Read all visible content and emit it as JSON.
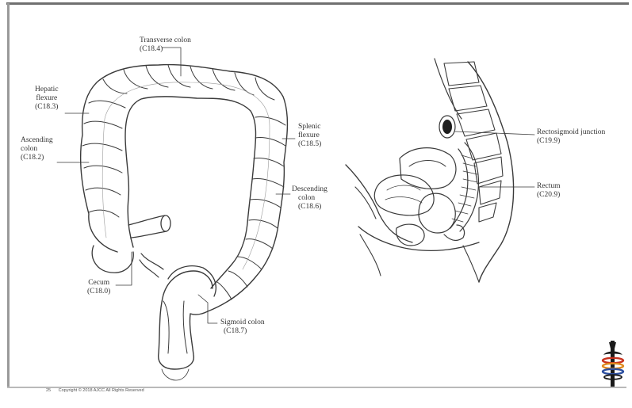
{
  "colon_labels": {
    "transverse": {
      "name": "Transverse colon",
      "code": "(C18.4)"
    },
    "hepatic": {
      "name": "Hepatic flexure",
      "name_line1": "Hepatic",
      "name_line2": "flexure",
      "code": "(C18.3)"
    },
    "ascending": {
      "name": "Ascending colon",
      "name_line1": "Ascending",
      "name_line2": "colon",
      "code": "(C18.2)"
    },
    "splenic": {
      "name": "Splenic flexure",
      "name_line1": "Splenic",
      "name_line2": "flexure",
      "code": "(C18.5)"
    },
    "descending": {
      "name": "Descending colon",
      "name_line1": "Descending",
      "name_line2": "colon",
      "code": "(C18.6)"
    },
    "cecum": {
      "name": "Cecum",
      "code": "(C18.0)"
    },
    "sigmoid": {
      "name": "Sigmoid colon",
      "code": "(C18.7)"
    }
  },
  "pelvis_labels": {
    "rectosigmoid": {
      "name": "Rectosigmoid junction",
      "code": "(C19.9)"
    },
    "rectum": {
      "name": "Rectum",
      "code": "(C20.9)"
    }
  },
  "footer": {
    "page": "25",
    "copyright": "Copyright © 2018 AJCC All Rights Reserved"
  },
  "colors": {
    "line": "#3a3a3a",
    "logo_red": "#c8321e",
    "logo_orange": "#e08a1e",
    "logo_blue": "#2c4fa0",
    "logo_dark": "#1a1a1a"
  }
}
